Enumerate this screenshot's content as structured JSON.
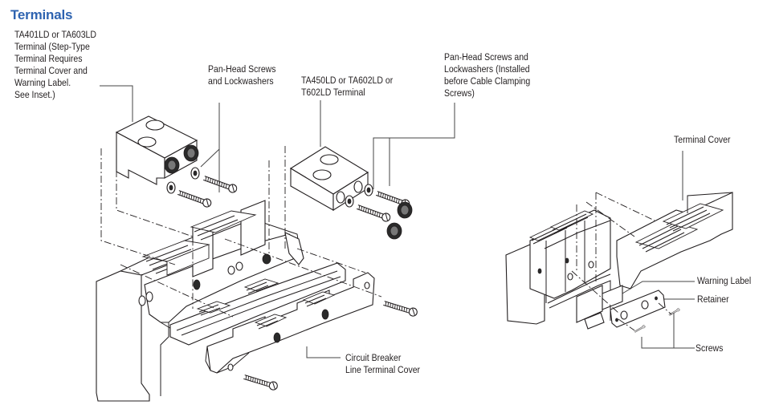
{
  "section_title": "Terminals",
  "accent_color": "#2e63b0",
  "callouts": {
    "step_terminal": "TA401LD or TA603LD\nTerminal (Step-Type\nTerminal Requires\nTerminal Cover and\nWarning Label.\nSee Inset.)",
    "pan_head_screws_1": "Pan-Head Screws\nand Lockwashers",
    "ta450_terminal": "TA450LD or TA602LD or\nT602LD Terminal",
    "pan_head_screws_2": "Pan-Head Screws and\nLockwashers (Installed\nbefore Cable Clamping\nScrews)",
    "line_terminal_cover": "Circuit Breaker\nLine Terminal Cover",
    "terminal_cover": "Terminal Cover",
    "warning_label": "Warning Label",
    "retainer": "Retainer",
    "screws": "Screws"
  },
  "figure": {
    "main": "Circuit breaker with line terminals exploded view",
    "inset": "Terminal cover, warning label, retainer and screws inset"
  }
}
